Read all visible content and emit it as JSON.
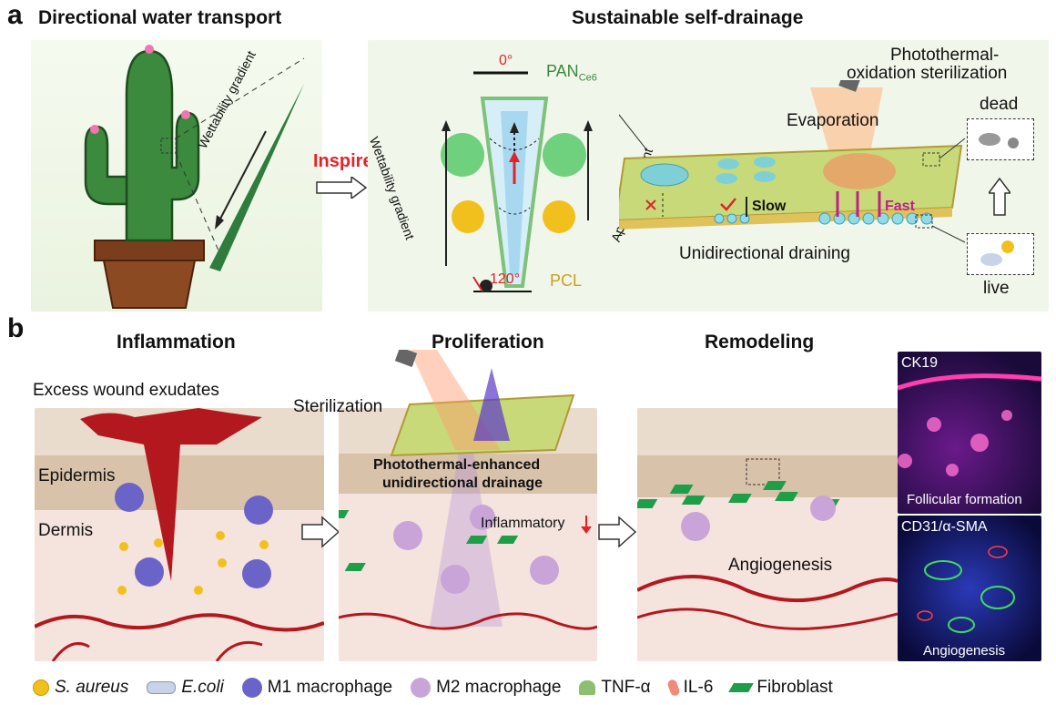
{
  "panel_a": {
    "letter": "a",
    "title_left": "Directional water transport",
    "title_right": "Sustainable self-drainage",
    "wettability_gradient": "Wettability gradient",
    "inspire": "Inspire",
    "angle_top": "0°",
    "angle_bottom": "120°",
    "pan": "PAN",
    "pan_sub": "Ce6",
    "pcl": "PCL",
    "wettability_gradient_2": "Wettability gradient",
    "aperture_gradient": "Aperture gradient",
    "photothermal": "Photothermal-",
    "oxidation": "oxidation sterilization",
    "evaporation": "Evaporation",
    "dead": "dead",
    "live": "live",
    "slow": "Slow",
    "fast": "Fast",
    "unidirectional": "Unidirectional draining"
  },
  "panel_b": {
    "letter": "b",
    "inflammation": "Inflammation",
    "proliferation": "Proliferation",
    "remodeling": "Remodeling",
    "excess": "Excess wound exudates",
    "epidermis": "Epidermis",
    "dermis": "Dermis",
    "sterilization": "Sterilization",
    "photo_line1": "Photothermal-enhanced",
    "photo_line2": "unidirectional drainage",
    "inflammatory": "Inflammatory",
    "angiogenesis": "Angiogenesis",
    "ck19": "CK19",
    "follicular": "Follicular formation",
    "cd31": "CD31/α-SMA",
    "angio_img": "Angiogenesis"
  },
  "legend": {
    "s_aureus": "S. aureus",
    "e_coli": "E.coli",
    "m1": "M1 macrophage",
    "m2": "M2 macrophage",
    "tnf": "TNF-α",
    "il6": "IL-6",
    "fibroblast": "Fibroblast"
  },
  "colors": {
    "blood": "#b3181e",
    "skin": "#f3e2dc",
    "m1": "#6a64c8",
    "m2": "#c9a4d8",
    "fibroblast": "#1f9e4a",
    "cactus": "#3c8a3e"
  }
}
